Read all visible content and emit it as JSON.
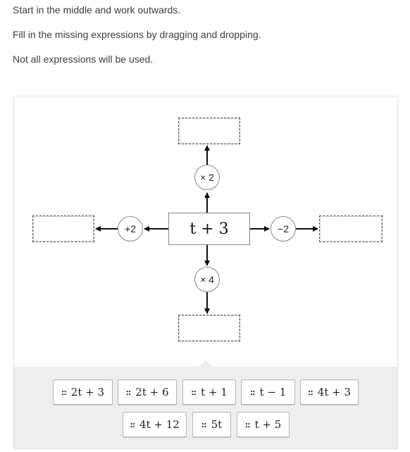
{
  "instructions": [
    "Start in the middle and work outwards.",
    "Fill in the missing expressions by dragging and dropping.",
    "Not all expressions will be used."
  ],
  "diagram": {
    "center": "t + 3",
    "operations": {
      "top": "× 2",
      "bottom": "× 4",
      "left": "+2",
      "right": "−2"
    }
  },
  "chips": [
    "2t + 3",
    "2t + 6",
    "t + 1",
    "t − 1",
    "4t + 3",
    "4t + 12",
    "5t",
    "t + 5"
  ],
  "icons": {
    "arrow": "arrow-icon",
    "grip": "drag-handle-icon"
  },
  "colors": {
    "tray": "#eeeeee",
    "border": "#888888",
    "text": "#333333"
  }
}
